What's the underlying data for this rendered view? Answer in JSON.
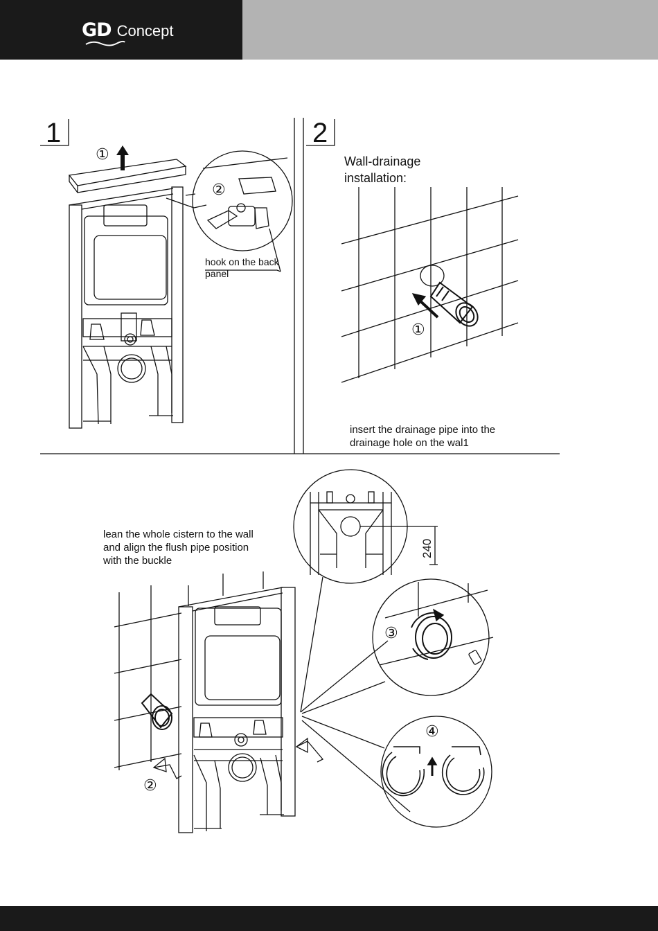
{
  "header": {
    "brand_mark": "GD",
    "brand_name": "Concept"
  },
  "steps": {
    "step1": {
      "number": "1",
      "marker1": "①",
      "marker2": "②",
      "callout": [
        "hook on the back",
        "panel"
      ]
    },
    "step2": {
      "number": "2",
      "title_line1": "Wall-drainage",
      "title_line2": "installation:",
      "marker1": "①",
      "caption_line1": "insert the drainage pipe into the",
      "caption_line2": "drainage hole on the wal1"
    },
    "step3": {
      "caption_line1": "lean the whole cistern to the wall",
      "caption_line2": "and align the flush pipe position",
      "caption_line3": "with the buckle",
      "dimension": "240",
      "marker2": "②",
      "marker3": "③",
      "marker4": "④"
    }
  },
  "icons": {
    "brand_wave": "wave-icon",
    "lift_arrow": "arrow-up-icon",
    "push_arrow": "arrow-icon"
  }
}
